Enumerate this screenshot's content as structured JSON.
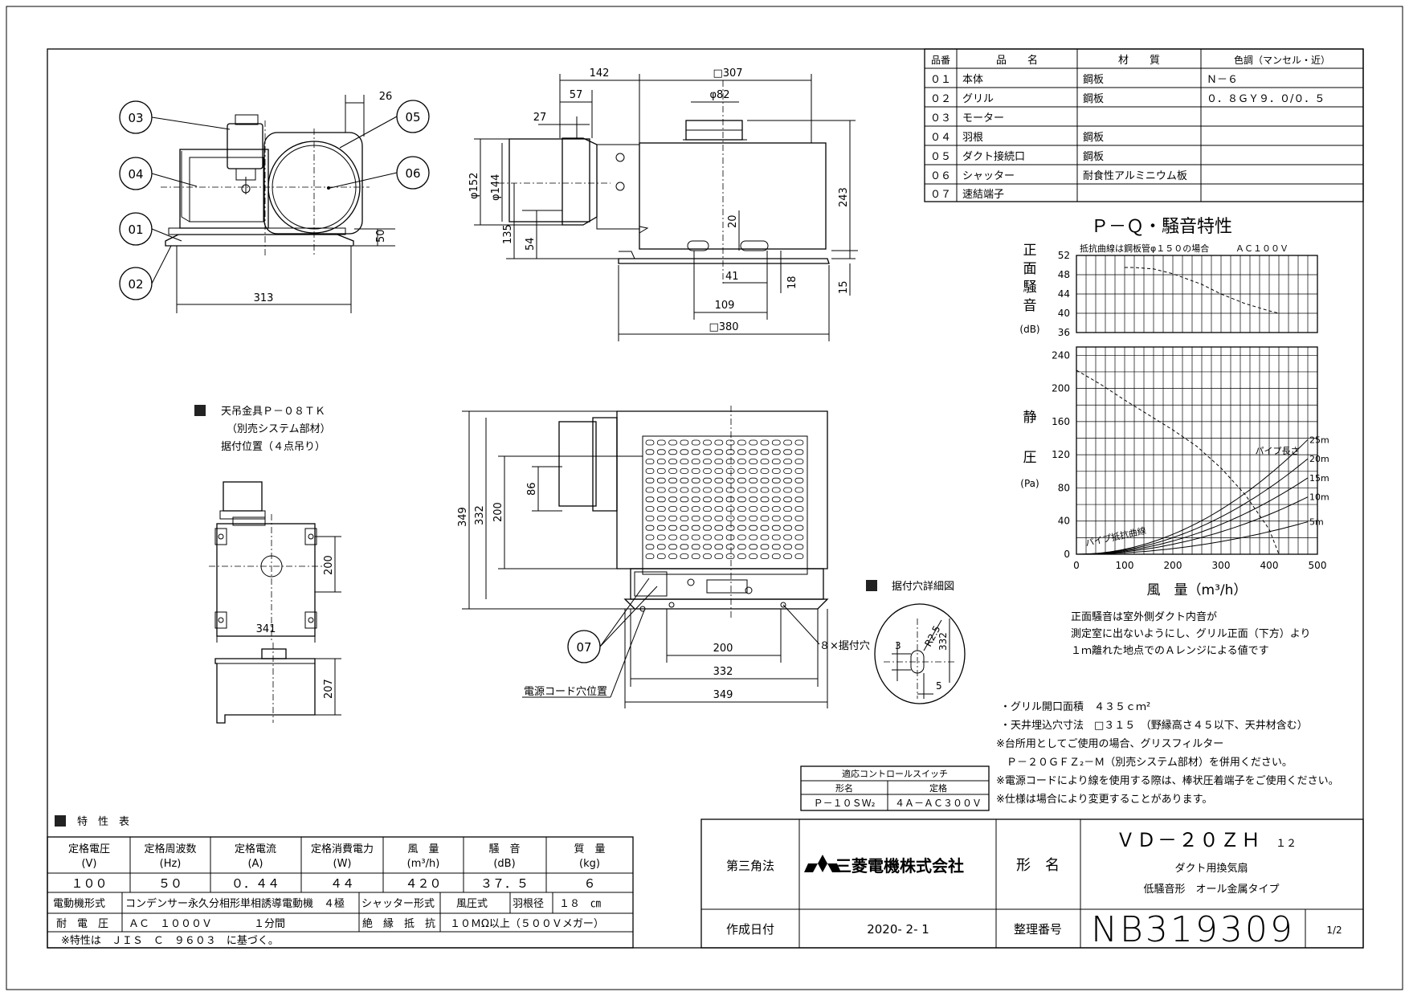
{
  "parts_table": {
    "headers": [
      "品番",
      "品　　名",
      "材　　質",
      "色調（マンセル・近）"
    ],
    "rows": [
      [
        "０１",
        "本体",
        "鋼板",
        "Ｎ－６"
      ],
      [
        "０２",
        "グリル",
        "鋼板",
        "０．８ＧＹ９．０/０．５"
      ],
      [
        "０３",
        "モーター",
        "",
        ""
      ],
      [
        "０４",
        "羽根",
        "鋼板",
        ""
      ],
      [
        "０５",
        "ダクト接続口",
        "鋼板",
        ""
      ],
      [
        "０６",
        "シャッター",
        "耐食性アルミニウム板",
        ""
      ],
      [
        "０７",
        "速結端子",
        "",
        ""
      ]
    ]
  },
  "part_callouts": [
    "03",
    "04",
    "01",
    "02",
    "05",
    "06",
    "07"
  ],
  "dimensions": {
    "top_left": [
      "26",
      "50",
      "313"
    ],
    "side_view": [
      "142",
      "□307",
      "57",
      "φ82",
      "27",
      "φ152",
      "φ144",
      "243",
      "135",
      "54",
      "20",
      "41",
      "18",
      "15",
      "109",
      "□380"
    ],
    "bottom_view": [
      "86",
      "349",
      "332",
      "200",
      "200",
      "332",
      "349"
    ],
    "hanger": [
      "200",
      "341",
      "207"
    ],
    "hole_detail": [
      "3",
      "R2.5",
      "332",
      "5"
    ]
  },
  "hanger_title": [
    "天吊金具Ｐ－０８ＴＫ",
    "（別売システム部材）",
    "据付位置（４点吊り）"
  ],
  "hole_detail_title": "据付穴詳細図",
  "labels": {
    "mount_holes": "８×据付穴",
    "power_cord": "電源コード穴位置"
  },
  "chart_data": {
    "type": "line",
    "title": "Ｐ－Ｑ・騒音特性",
    "subtitle": "抵抗曲線は鋼板管φ１５０の場合",
    "power": "ＡＣ１００Ｖ",
    "xlabel": "風　量（m³/h）",
    "x_ticks": [
      "0",
      "100",
      "200",
      "300",
      "400",
      "500"
    ],
    "xlim": [
      0,
      500
    ],
    "noise": {
      "ylabel": [
        "正",
        "面",
        "騒",
        "音",
        "(dB)"
      ],
      "y_ticks": [
        "52",
        "48",
        "44",
        "40",
        "36"
      ],
      "ylim": [
        36,
        52
      ],
      "x": [
        100,
        120,
        160,
        200,
        260,
        300,
        350,
        400,
        420
      ],
      "y": [
        49.5,
        49.5,
        49.2,
        48.2,
        46,
        44,
        42,
        40.5,
        40
      ]
    },
    "pressure": {
      "ylabel": [
        "静",
        "圧",
        "(Pa)"
      ],
      "y_ticks": [
        "240",
        "200",
        "160",
        "120",
        "80",
        "40",
        "0"
      ],
      "ylim": [
        0,
        250
      ],
      "pq_x": [
        0,
        50,
        100,
        150,
        200,
        250,
        300,
        350,
        400,
        420
      ],
      "pq_y": [
        222,
        205,
        186,
        168,
        150,
        130,
        104,
        72,
        30,
        0
      ],
      "pipe_label": "パイプ長さ",
      "resistance_label": "パイプ抵抗曲線",
      "pipe_curves": [
        {
          "label": "25m",
          "k": 0.0006
        },
        {
          "label": "20m",
          "k": 0.0005
        },
        {
          "label": "15m",
          "k": 0.0004
        },
        {
          "label": "10m",
          "k": 0.0003
        },
        {
          "label": "5m",
          "k": 0.00017
        }
      ]
    },
    "note": [
      "正面騒音は室外側ダクト内音が",
      "測定室に出ないようにし、グリル正面（下方）より",
      "１ｍ離れた地点でのＡレンジによる値です"
    ]
  },
  "notes": [
    "・グリル開口面積　４３５ｃｍ²",
    "・天井埋込穴寸法　□３１５　（野縁高さ４５以下、天井材含む）",
    "※台所用としてご使用の場合、グリスフィルター",
    "　Ｐ－２０ＧＦＺ₂－Ｍ（別売システム部材）を併用ください。",
    "※電源コードにより線を使用する際は、棒状圧着端子をご使用ください。",
    "※仕様は場合により変更することがあります。"
  ],
  "switch_table": {
    "title": "適応コントロールスイッチ",
    "headers": [
      "形名",
      "定格"
    ],
    "values": [
      "Ｐ－１０ＳＷ₂",
      "４Ａ－ＡＣ３００Ｖ"
    ]
  },
  "spec_table": {
    "title": "特　性　表",
    "headers": [
      "定格電圧\n(V)",
      "定格周波数\n(Hz)",
      "定格電流\n(A)",
      "定格消費電力\n(W)",
      "風　量\n(m³/h)",
      "騒　音\n(dB)",
      "質　量\n(kg)"
    ],
    "values": [
      "１００",
      "５０",
      "０．４４",
      "４４",
      "４２０",
      "３７．５",
      "６"
    ],
    "motor_label": "電動機形式",
    "motor_value": "コンデンサー永久分相形単相誘導電動機　４極",
    "shutter_label": "シャッター形式",
    "shutter_value": "風圧式",
    "blade_label": "羽根径",
    "blade_value": "１８　㎝",
    "voltage_label": "耐　電　圧",
    "voltage_value": "ＡＣ　１０００Ｖ　　　　１分間",
    "insulation_label": "絶　縁　抵　抗",
    "insulation_value": "１０ＭΩ以上（５００Ｖメガー）",
    "footnote": "※特性は　ＪＩＳ　Ｃ　９６０３　に基づく。"
  },
  "title_block": {
    "projection": "第三角法",
    "company": "三菱電機株式会社",
    "model_label": "形　名",
    "model": "ＶＤ－２０ＺＨ",
    "model_sub": "１２",
    "desc1": "ダクト用換気扇",
    "desc2": "低騒音形　オール金属タイプ",
    "date_label": "作成日付",
    "date": "2020- 2- 1",
    "number_label": "整理番号",
    "number": "NB319309",
    "page": "1/2"
  }
}
